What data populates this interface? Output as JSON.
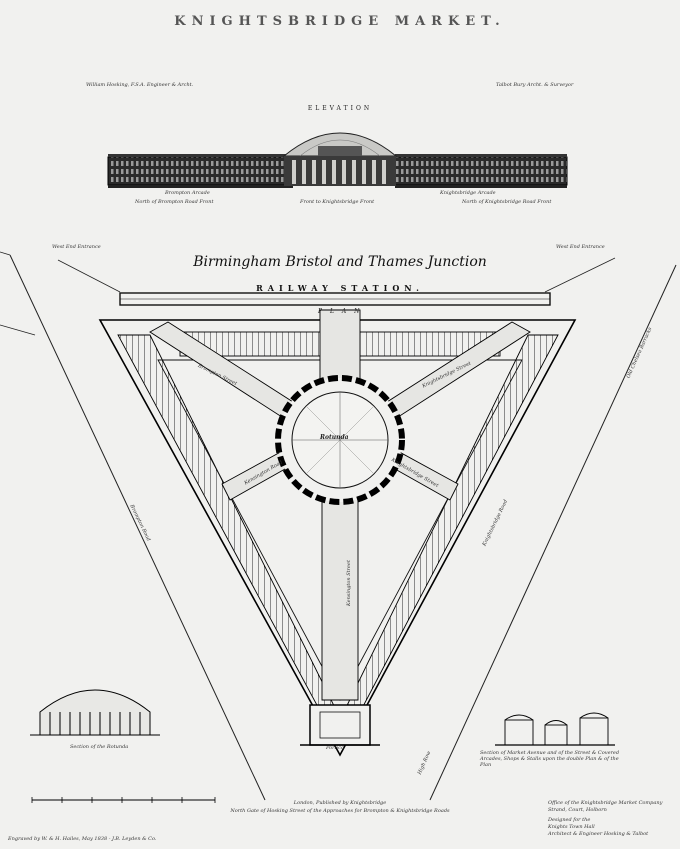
{
  "title": "KNIGHTSBRIDGE MARKET.",
  "elevation": {
    "heading": "ELEVATION",
    "left_credit": "William Hosking, F.S.A. Engineer & Archt.",
    "right_credit": "Talbot Bury Archt. & Surveyor",
    "labels": [
      "Brompton Arcade",
      "Knightsbridge Arcade"
    ],
    "captions": [
      "North of Brompton Road Front",
      "Front to Knightsbridge Front",
      "North of Knightsbridge Road Front"
    ]
  },
  "plan": {
    "railway_name": "Birmingham Bristol and Thames Junction",
    "station_label": "RAILWAY STATION.",
    "plan_label": "P L A N",
    "rotunda_label": "Rotunda",
    "corner_left": "West End Entrance",
    "corner_right": "West End Entrance",
    "street_labels": [
      "Brompton Street",
      "Knightsbridge Street",
      "Kensington Street",
      "Brompton Road",
      "Knightsbridge Road",
      "Kensington Road",
      "Knightsbridge Street"
    ],
    "side_road_right": "Old Chelsea Barracks",
    "bottom_road": "High Row",
    "bottom_caption": "Portico"
  },
  "section": {
    "rotunda_caption": "Section of the Rotunda",
    "right_caption": "Section of Market Avenue and of the Street & Covered Arcades, Shops & Stalls upon the double Plan & of the Plan"
  },
  "footer": {
    "center_line1": "London, Published by Knightsbridge",
    "center_line2": "North Gate of Hosking Street of the Approaches for Brompton & Knightsbridge Roads",
    "right_lines": [
      "Office of the Knightsbridge Market Company",
      "Strand, Court, Holborn",
      "Designed for the",
      "Knights Town Hall",
      "Architect & Engineer Hosking & Talbot"
    ],
    "left_imprint": "Engraved by W. & H. Hailes, May 1838 - J.B. Leyden & Co."
  }
}
